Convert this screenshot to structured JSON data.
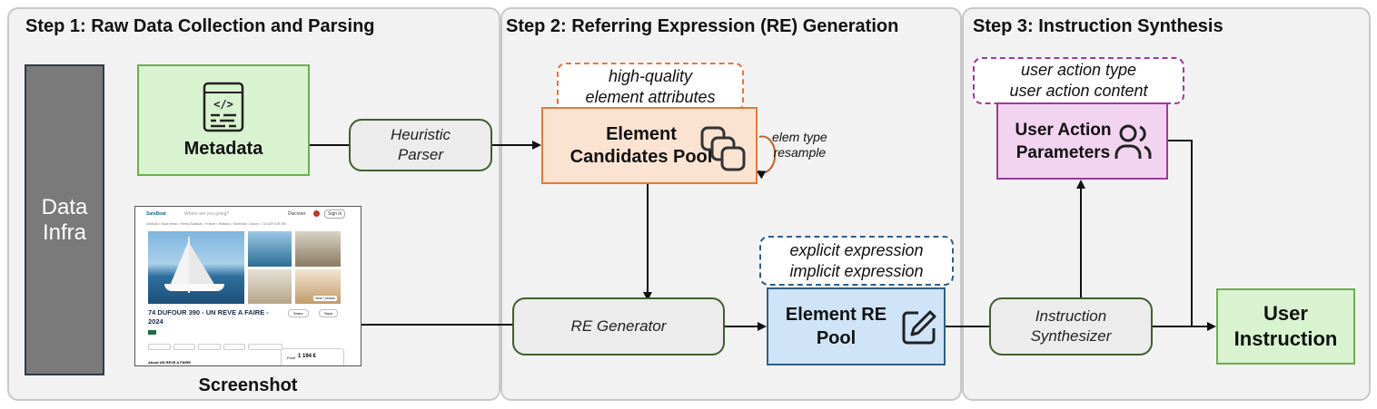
{
  "steps": [
    {
      "title": "Step 1: Raw Data Collection and Parsing"
    },
    {
      "title": "Step 2: Referring Expression (RE) Generation"
    },
    {
      "title": "Step 3: Instruction Synthesis"
    }
  ],
  "step1": {
    "data_infra": {
      "line1": "Data",
      "line2": "Infra"
    },
    "metadata": {
      "label": "Metadata",
      "icon": "code-file-icon"
    },
    "screenshot_label": "Screenshot",
    "screenshot": {
      "brand": "SamBoat",
      "search_placeholder": "Where are you going?",
      "nav_discover": "Discover",
      "nav_signin": "Sign in",
      "breadcrumb": "Sailboat > Boat rental > Rental Sailboat > France > Brittany > Morbihan > Arzon > 74 DUFOUR 390",
      "listing_title": "74 DUFOUR 390 - UN REVE A FAIRE - 2024",
      "share": "Share",
      "save": "Save",
      "view_all": "View 7 photos",
      "price_label": "From",
      "price": "1 194 €",
      "about": "About UN REVE A FAIRE"
    }
  },
  "step2": {
    "heuristic_parser": {
      "line1": "Heuristic",
      "line2": "Parser"
    },
    "attributes_note": {
      "line1": "high-quality",
      "line2": "element attributes"
    },
    "candidates_pool": {
      "line1": "Element",
      "line2": "Candidates Pool",
      "icon": "copy-stack-icon"
    },
    "resample_note": {
      "line1": "elem type",
      "line2": "resample"
    },
    "re_generator": "RE Generator",
    "expression_note": {
      "line1": "explicit expression",
      "line2": "implicit expression"
    },
    "re_pool": {
      "line1": "Element RE",
      "line2": "Pool",
      "icon": "edit-pen-icon"
    }
  },
  "step3": {
    "action_note": {
      "line1": "user action type",
      "line2": "user action content"
    },
    "action_params": {
      "line1": "User Action",
      "line2": "Parameters",
      "icon": "users-icon"
    },
    "synthesizer": {
      "line1": "Instruction",
      "line2": "Synthesizer"
    },
    "user_instruction": {
      "line1": "User",
      "line2": "Instruction"
    }
  },
  "colors": {
    "panel_bg": "#f2f2f2",
    "data_infra": "#7a7a7a",
    "green_fill": "#d9f2d0",
    "green_border": "#6ab04c",
    "orange_fill": "#fbe3d2",
    "orange_border": "#e07a3c",
    "blue_fill": "#cfe4f7",
    "blue_border": "#2f5f8a",
    "purple_fill": "#f2d3f0",
    "purple_border": "#9b3c96",
    "gray_process": "#ececec",
    "process_border": "#3f5e2e"
  }
}
